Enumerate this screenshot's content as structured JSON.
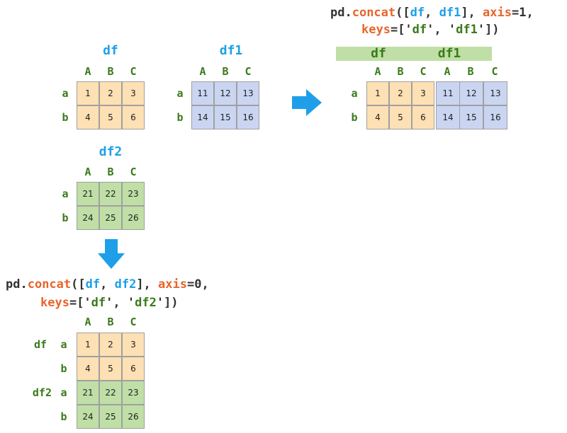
{
  "colors": {
    "orange": "#fde0b4",
    "blue": "#cad5f2",
    "green": "#bfdfa6",
    "arrow": "#1e9fe8"
  },
  "columns": [
    "A",
    "B",
    "C"
  ],
  "rows": [
    "a",
    "b"
  ],
  "df": {
    "name": "df",
    "values": [
      [
        "1",
        "2",
        "3"
      ],
      [
        "4",
        "5",
        "6"
      ]
    ]
  },
  "df1": {
    "name": "df1",
    "values": [
      [
        "11",
        "12",
        "13"
      ],
      [
        "14",
        "15",
        "16"
      ]
    ]
  },
  "df2": {
    "name": "df2",
    "values": [
      [
        "21",
        "22",
        "23"
      ],
      [
        "24",
        "25",
        "26"
      ]
    ]
  },
  "code_axis1": {
    "l1": {
      "pd": "pd.",
      "fn": "concat",
      "open": "([",
      "v1": "df",
      "comma": ", ",
      "v2": "df1",
      "close": "], ",
      "kw": "axis",
      "rest": "=1,"
    },
    "l2": {
      "kw": "keys",
      "eq": "=['",
      "s1": "df",
      "mid": "', '",
      "s2": "df1",
      "end": "'])"
    }
  },
  "code_axis0": {
    "l1": {
      "pd": "pd.",
      "fn": "concat",
      "open": "([",
      "v1": "df",
      "comma": ", ",
      "v2": "df2",
      "close": "], ",
      "kw": "axis",
      "rest": "=0,"
    },
    "l2": {
      "kw": "keys",
      "eq": "=['",
      "s1": "df",
      "mid": "', '",
      "s2": "df2",
      "end": "'])"
    }
  },
  "result_axis1": {
    "keys": [
      "df",
      "df1"
    ],
    "columns": [
      "A",
      "B",
      "C",
      "A",
      "B",
      "C"
    ],
    "rows": [
      "a",
      "b"
    ],
    "values": [
      [
        "1",
        "2",
        "3",
        "11",
        "12",
        "13"
      ],
      [
        "4",
        "5",
        "6",
        "14",
        "15",
        "16"
      ]
    ]
  },
  "result_axis0": {
    "keys": [
      "df",
      "df2"
    ],
    "columns": [
      "A",
      "B",
      "C"
    ],
    "rows": [
      "a",
      "b",
      "a",
      "b"
    ],
    "values": [
      [
        "1",
        "2",
        "3"
      ],
      [
        "4",
        "5",
        "6"
      ],
      [
        "21",
        "22",
        "23"
      ],
      [
        "24",
        "25",
        "26"
      ]
    ]
  }
}
